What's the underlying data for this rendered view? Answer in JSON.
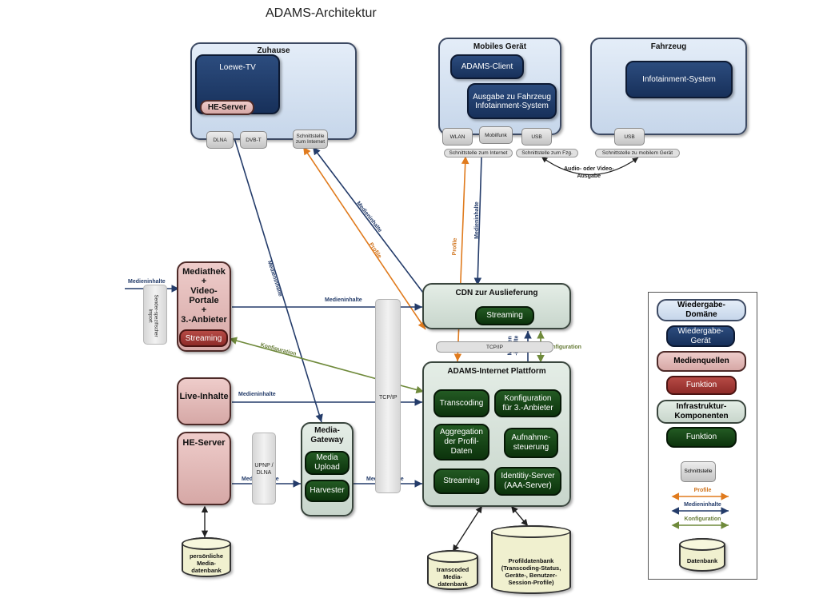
{
  "title": "ADAMS-Architektur",
  "domains": {
    "home": "Zuhause",
    "mobile": "Mobiles Gerät",
    "vehicle": "Fahrzeug"
  },
  "devices": {
    "loewe_tv": "Loewe-TV",
    "adams_client": "ADAMS-Client",
    "output_vehicle_1": "Ausgabe zu Fahrzeug",
    "output_vehicle_2": "Infotainment-System",
    "infotainment": "Infotainment-System"
  },
  "home_server": "HE-Server",
  "interfaces": {
    "dlna": "DLNA",
    "dvbt": "DVB-T",
    "internet_1": "Schnittstelle",
    "internet_2": "zum Internet",
    "wlan": "WLAN",
    "mobilfunk": "Mobilfunk",
    "usb_mobile": "USB",
    "usb_vehicle": "USB",
    "bar_internet": "Schnittstelle zum Internet",
    "bar_vehicle": "Schnittstelle zum Fzg.",
    "bar_mobile": "Schnittstelle zu mobilem Gerät"
  },
  "sources": {
    "mediathek": [
      "Mediathek",
      "+",
      "Video-",
      "Portale",
      "+",
      "3.-Anbieter"
    ],
    "streaming": "Streaming",
    "live": "Live-Inhalte",
    "he_server": "HE-Server",
    "import_1": "Sender-spezifischer",
    "import_2": "Import"
  },
  "infra": {
    "cdn": "CDN zur Auslieferung",
    "cdn_streaming": "Streaming",
    "gateway_1": "Media-",
    "gateway_2": "Gateway",
    "media_upload_1": "Media",
    "media_upload_2": "Upload",
    "harvester": "Harvester",
    "platform": "ADAMS-Internet Plattform",
    "transcoding": "Transcoding",
    "konfig_1": "Konfiguration",
    "konfig_2": "für 3.-Anbieter",
    "aggregation": [
      "Aggregation",
      "der Profil-",
      "Daten"
    ],
    "aufnahme_1": "Aufnahme-",
    "aufnahme_2": "steuerung",
    "streaming": "Streaming",
    "identity_1": "Identitiy-Server",
    "identity_2": "(AAA-Server)"
  },
  "pillars": {
    "tcpip_main": "TCP/IP",
    "tcpip_top": "TCP/IP",
    "upnp_1": "UPNP /",
    "upnp_2": "DLNA"
  },
  "databases": {
    "personal": [
      "persönliche",
      "Media-",
      "datenbank"
    ],
    "transcoded": [
      "transcoded",
      "Media-",
      "datenbank"
    ],
    "profile": [
      "Profildatenbank",
      "(Transcoding-Status,",
      "Geräte-, Benutzer-",
      "Session-Profile)"
    ]
  },
  "arrow_labels": {
    "medieninhalte": "Medieninhalte",
    "profile": "Profile",
    "konfiguration": "Konfiguration",
    "audio_video_1": "Audio- oder Video-",
    "audio_video_2": "Ausgabe",
    "medien_inhalte_1": "Medien",
    "medien_inhalte_2": "-inhalte"
  },
  "legend": {
    "domain": [
      "Wiedergabe-",
      "Domäne"
    ],
    "device": [
      "Wiedergabe-",
      "Gerät"
    ],
    "sources": "Medienquellen",
    "func_red": "Funktion",
    "infra": [
      "Infrastruktur-",
      "Komponenten"
    ],
    "func_green": "Funktion",
    "interface": "Schnittstelle",
    "profile": "Profile",
    "media": "Medieninhalte",
    "config": "Konfiguration",
    "database": "Datenbank"
  },
  "colors": {
    "blue_arrow": "#243c6a",
    "orange_arrow": "#e07b1e",
    "green_arrow": "#6f8a3b"
  }
}
